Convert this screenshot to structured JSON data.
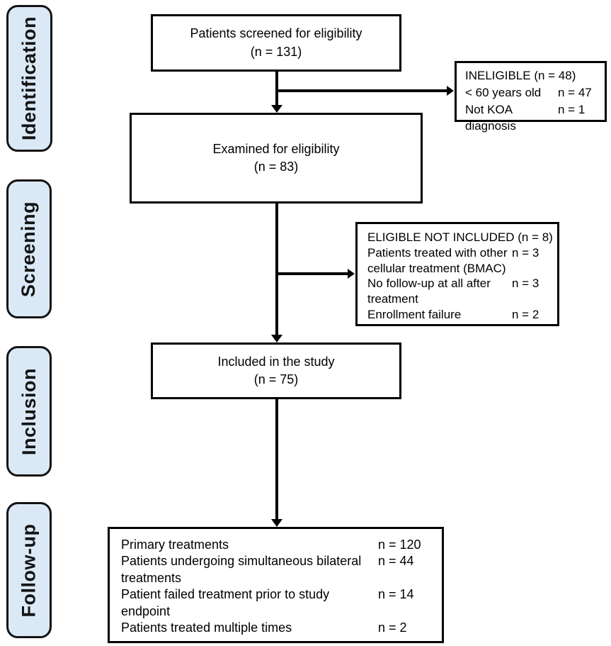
{
  "colors": {
    "stage_fill": "#dbe9f6",
    "border": "#000000"
  },
  "sidebar": {
    "stages": [
      {
        "label": "Identification"
      },
      {
        "label": "Screening"
      },
      {
        "label": "Inclusion"
      },
      {
        "label": "Follow-up"
      }
    ]
  },
  "flow": {
    "screened": {
      "line1": "Patients screened for eligibility",
      "line2": "(n = 131)"
    },
    "examined": {
      "line1": "Examined for eligibility",
      "line2": "(n = 83)"
    },
    "included": {
      "line1": "Included in the study",
      "line2": "(n = 75)"
    },
    "ineligible": {
      "title": "INELIGIBLE (n = 48)",
      "rows": [
        {
          "label": "< 60 years old",
          "value": "n = 47"
        },
        {
          "label": "Not KOA diagnosis",
          "value": "n = 1"
        }
      ]
    },
    "eligible_not_included": {
      "title": "ELIGIBLE NOT INCLUDED (n = 8)",
      "rows": [
        {
          "label": "Patients treated with other cellular treatment (BMAC)",
          "value": "n = 3"
        },
        {
          "label": "No follow-up at all after treatment",
          "value": "n = 3"
        },
        {
          "label": "Enrollment failure",
          "value": "n = 2"
        }
      ]
    },
    "follow_up": {
      "rows": [
        {
          "label": "Primary treatments",
          "value": "n = 120"
        },
        {
          "label": "Patients undergoing simultaneous bilateral treatments",
          "value": "n = 44"
        },
        {
          "label": "Patient failed treatment prior to study endpoint",
          "value": "n = 14"
        },
        {
          "label": "Patients treated multiple times",
          "value": "n = 2"
        }
      ]
    }
  }
}
